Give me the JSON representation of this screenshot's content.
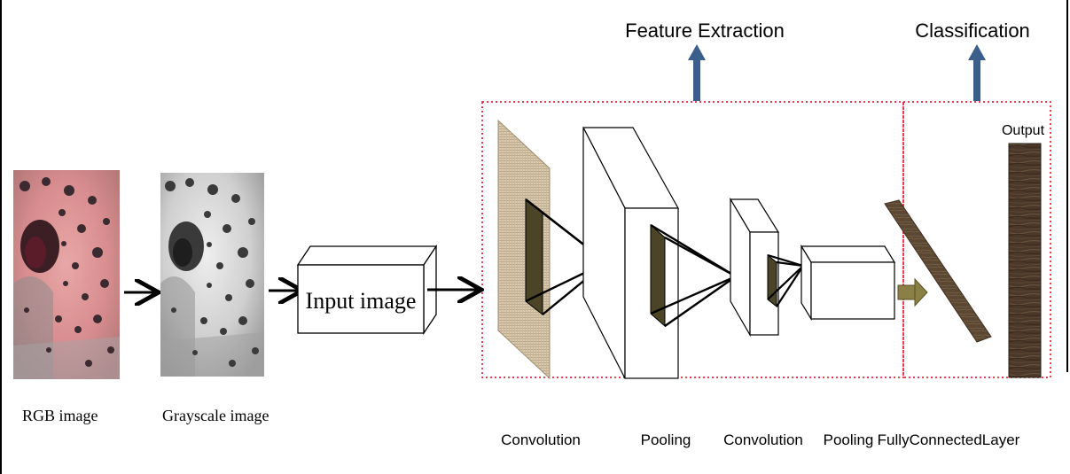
{
  "headers": {
    "feature_extraction": "Feature Extraction",
    "classification": "Classification"
  },
  "images": {
    "rgb_caption": "RGB image",
    "grayscale_caption": "Grayscale image"
  },
  "input_box_label": "Input image",
  "output_label": "Output",
  "layer_labels": [
    "Convolution",
    "Pooling",
    "Convolution",
    "Pooling",
    "FullyConnectedLayer"
  ],
  "colors": {
    "section_box": "#e0001b",
    "up_arrow": "#3a5f8c",
    "feature_map": "#4b4426",
    "burlap": "#d8c8ad",
    "fc_layer": "#5a4630",
    "output_bar": "#4a3a2a",
    "fc_arrow": "#8a7f45"
  }
}
